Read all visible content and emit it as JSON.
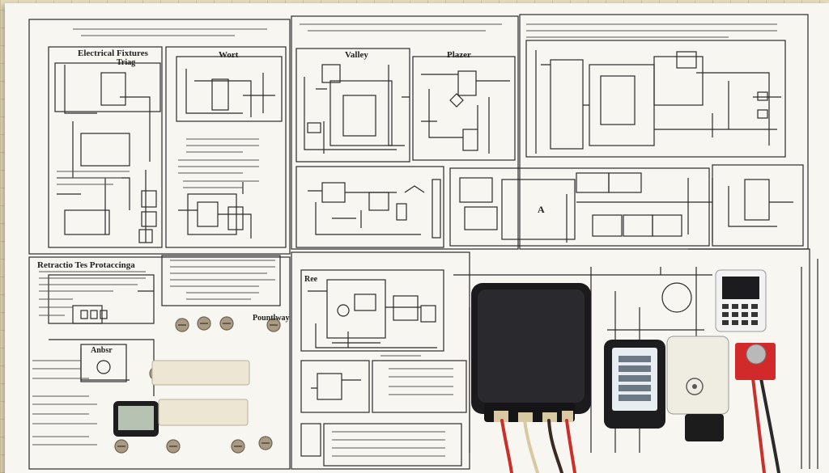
{
  "image": {
    "subject": "electrical-wiring-schematic-sheet-with-components",
    "colors": {
      "paper": "#f7f6f1",
      "ink": "#2a2a2a",
      "controller_body": "#1b1b1d",
      "wire_red": "#c9302c",
      "wire_tan": "#d8c9a3",
      "button_red": "#d22a2a",
      "terminal_ivory": "#ece6d2"
    }
  },
  "labels": {
    "panel_1_title": "Electrical Fixtures",
    "panel_1_sub": "Triag",
    "panel_2_title": "Wort",
    "panel_3_title": "Valley",
    "panel_4_title": "Plazer",
    "panel_5_title": "Retractio Tes Protaccinga",
    "panel_6_title": "Pountlway",
    "panel_7_title": "Ree",
    "panel_8_title": "Anbsr",
    "box_letter": "A"
  },
  "components": {
    "controller": "black-controller-box",
    "meter": "digital-meter",
    "phone": "handheld-device",
    "sensor": "white-sensor-module",
    "button": "red-push-button",
    "keypad": "keypad-display-device",
    "terminal": "terminal-block",
    "display": "small-lcd-module"
  }
}
